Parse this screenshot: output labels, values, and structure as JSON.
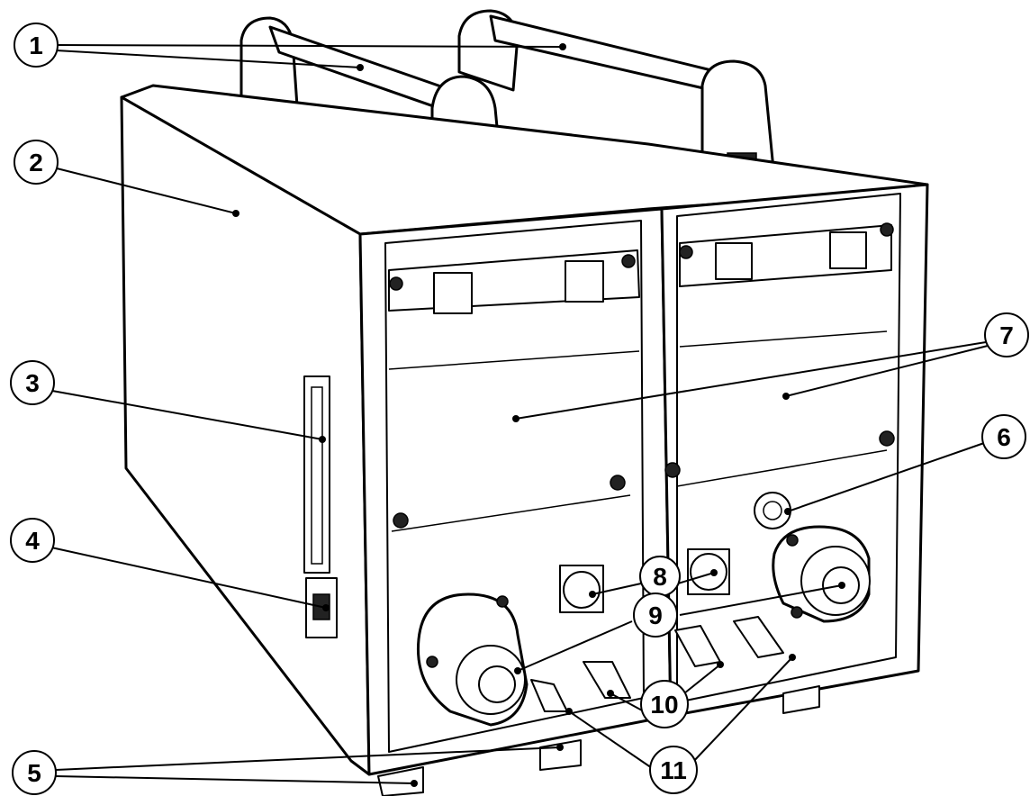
{
  "callouts": [
    {
      "label": "1"
    },
    {
      "label": "2"
    },
    {
      "label": "3"
    },
    {
      "label": "4"
    },
    {
      "label": "5"
    },
    {
      "label": "6"
    },
    {
      "label": "7"
    },
    {
      "label": "8"
    },
    {
      "label": "9"
    },
    {
      "label": "10"
    },
    {
      "label": "11"
    }
  ],
  "colors": {
    "ink": "#000000",
    "paper": "#ffffff"
  }
}
